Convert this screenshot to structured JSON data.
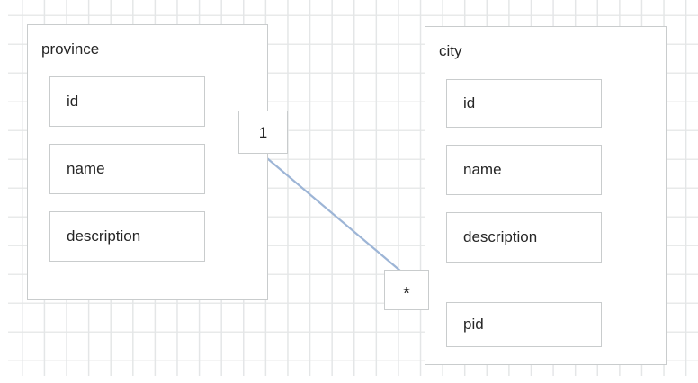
{
  "diagram": {
    "type": "entity-relationship-diagram",
    "background": "#ffffff",
    "grid_color": "#e6e8e9",
    "connector_color": "#9db5d6",
    "border_color": "#c9cccd",
    "text_color": "#262626",
    "entities": [
      {
        "id": "province",
        "title": "province",
        "fields": [
          {
            "name": "id"
          },
          {
            "name": "name"
          },
          {
            "name": "description"
          }
        ]
      },
      {
        "id": "city",
        "title": "city",
        "fields": [
          {
            "name": "id"
          },
          {
            "name": "name"
          },
          {
            "name": "description"
          },
          {
            "name": "pid"
          }
        ]
      }
    ],
    "relationship": {
      "from_entity": "province",
      "from_field": "id",
      "to_entity": "city",
      "to_field": "pid",
      "source_cardinality": "1",
      "target_cardinality": "*"
    }
  }
}
